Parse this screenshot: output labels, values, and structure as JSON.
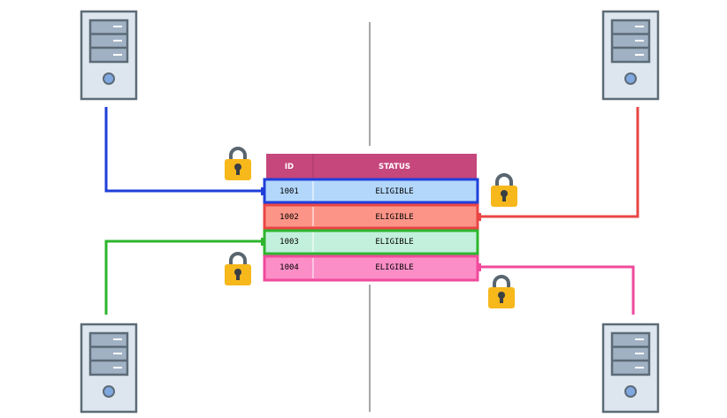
{
  "table": {
    "header": {
      "id": "ID",
      "status": "STATUS"
    },
    "rows": [
      {
        "id": "1001",
        "status": "ELIGIBLE",
        "fill": "#b3d7fb",
        "border": "#1f3fd9",
        "lock": "locked"
      },
      {
        "id": "1002",
        "status": "ELIGIBLE",
        "fill": "#fc9588",
        "border": "#ea4545",
        "lock": "locked"
      },
      {
        "id": "1003",
        "status": "ELIGIBLE",
        "fill": "#c2f0dd",
        "border": "#2db62d",
        "lock": "locked"
      },
      {
        "id": "1004",
        "status": "ELIGIBLE",
        "fill": "#fb8ec7",
        "border": "#f04a9b",
        "lock": "locked"
      }
    ]
  },
  "colors": {
    "header": "#c5477c",
    "divider": "#8a8a8a",
    "server_body": "#dde6ee",
    "server_outline": "#5c6b77",
    "server_drive": "#a0b1c4",
    "server_led": "#7fa8e0",
    "lock_body": "#f7b81c",
    "lock_shackle": "#59656f"
  },
  "icons": [
    "server-icon",
    "lock-icon"
  ]
}
